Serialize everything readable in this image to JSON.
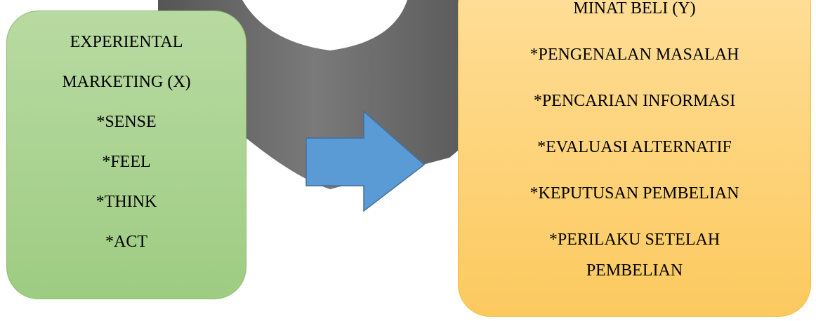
{
  "colors": {
    "left_box_fill": "#a9d18e",
    "left_box_border": "#8fbc6c",
    "right_box_fill": "#ffd780",
    "right_box_border": "#f0c040",
    "arrow_fill": "#5b9bd5",
    "arrow_border": "#41719c",
    "watermark": "#6e6e6e"
  },
  "left_box": {
    "lines": [
      "EXPERIENTAL",
      "MARKETING (X)",
      "*SENSE",
      "*FEEL",
      "*THINK",
      "*ACT"
    ]
  },
  "right_box": {
    "lines": [
      "MINAT BELI (Y)",
      "*PENGENALAN MASALAH",
      "*PENCARIAN INFORMASI",
      "*EVALUASI ALTERNATIF",
      "*KEPUTUSAN PEMBELIAN",
      "*PERILAKU SETELAH",
      "PEMBELIAN"
    ]
  },
  "arrow": {
    "direction": "right"
  },
  "watermark": {
    "shape": "ring-logo-partial"
  }
}
